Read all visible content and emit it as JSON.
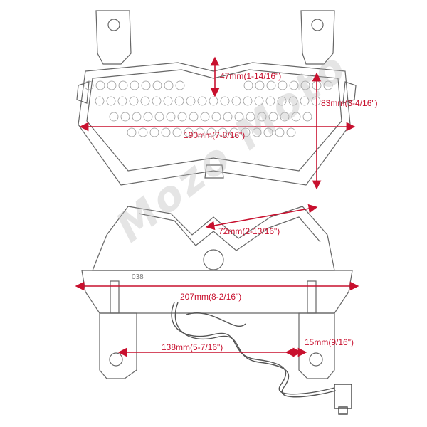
{
  "colors": {
    "dimension": "#c8102e",
    "line_art": "#555555",
    "watermark": "#bbbbbb"
  },
  "watermark": {
    "text": "Mozo Moto"
  },
  "top_view": {
    "dims": {
      "height_inner": "47mm(1-14/16\")",
      "height_total": "83mm(3-4/16\")",
      "width": "190mm(7-8/16\")"
    }
  },
  "bottom_view": {
    "dims": {
      "depth": "72mm(2-13/16\")",
      "width": "207mm(8-2/16\")",
      "mount_spacing": "138mm(5-7/16\")",
      "mount_tab": "15mm(9/16\")"
    },
    "part_mark": "038"
  }
}
